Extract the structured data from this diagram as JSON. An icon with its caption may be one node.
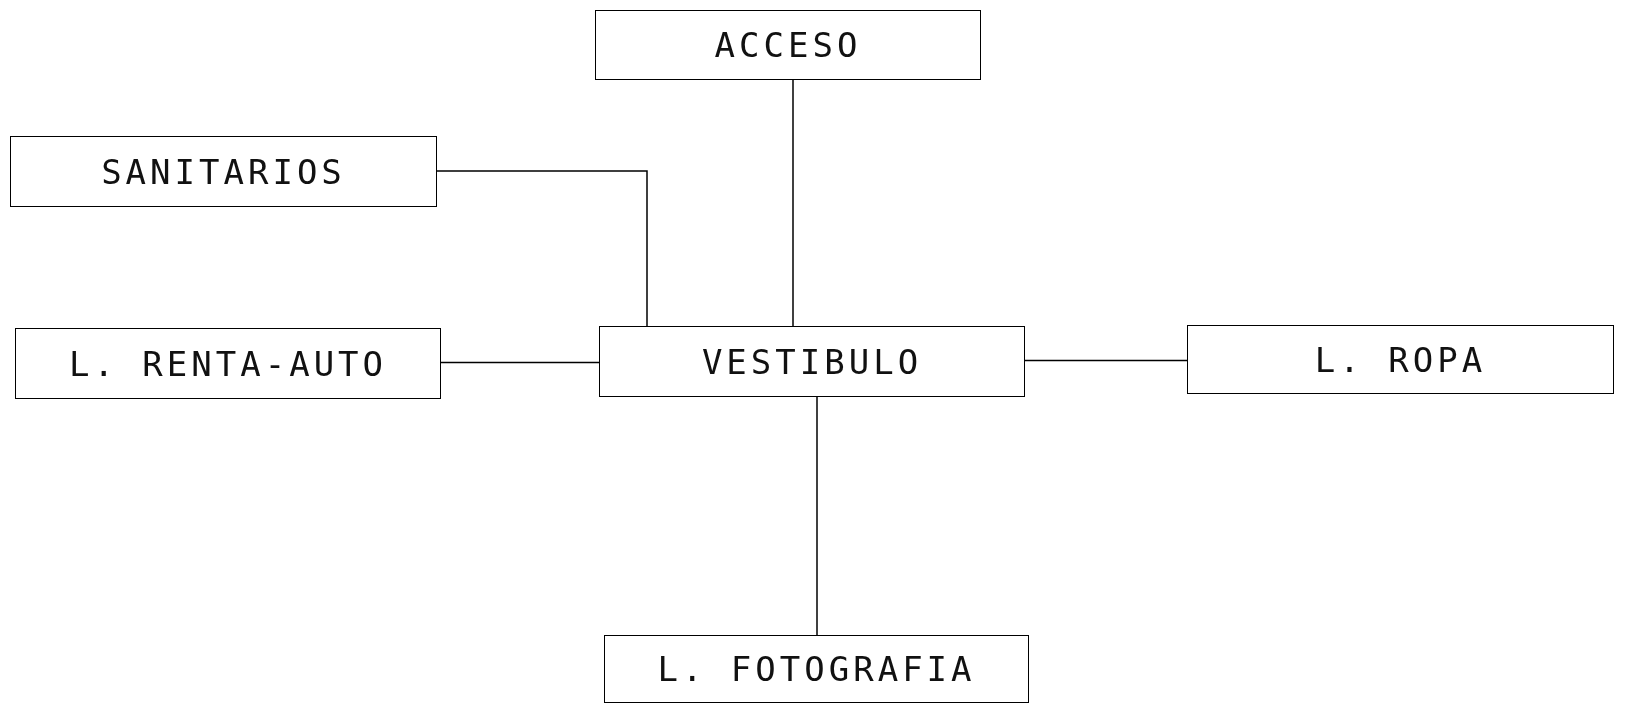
{
  "diagram": {
    "nodes": [
      {
        "text": [
          "ACCESO"
        ]
      },
      {
        "text": [
          "SANITARIOS"
        ]
      },
      {
        "text": [
          "L. RENTA-AUTO"
        ]
      },
      {
        "text": [
          "VESTIBULO"
        ]
      },
      {
        "text": [
          "L. ROPA"
        ]
      },
      {
        "text": [
          "L. FOTOGRAFIA"
        ]
      }
    ],
    "edges": [
      {
        "from": 0,
        "to": 3,
        "arrow": "none"
      },
      {
        "from": 1,
        "to": 3,
        "arrow": "none"
      },
      {
        "from": 2,
        "to": 3,
        "arrow": "none"
      },
      {
        "from": 3,
        "to": 4,
        "arrow": "none"
      },
      {
        "from": 3,
        "to": 5,
        "arrow": "none"
      }
    ]
  }
}
